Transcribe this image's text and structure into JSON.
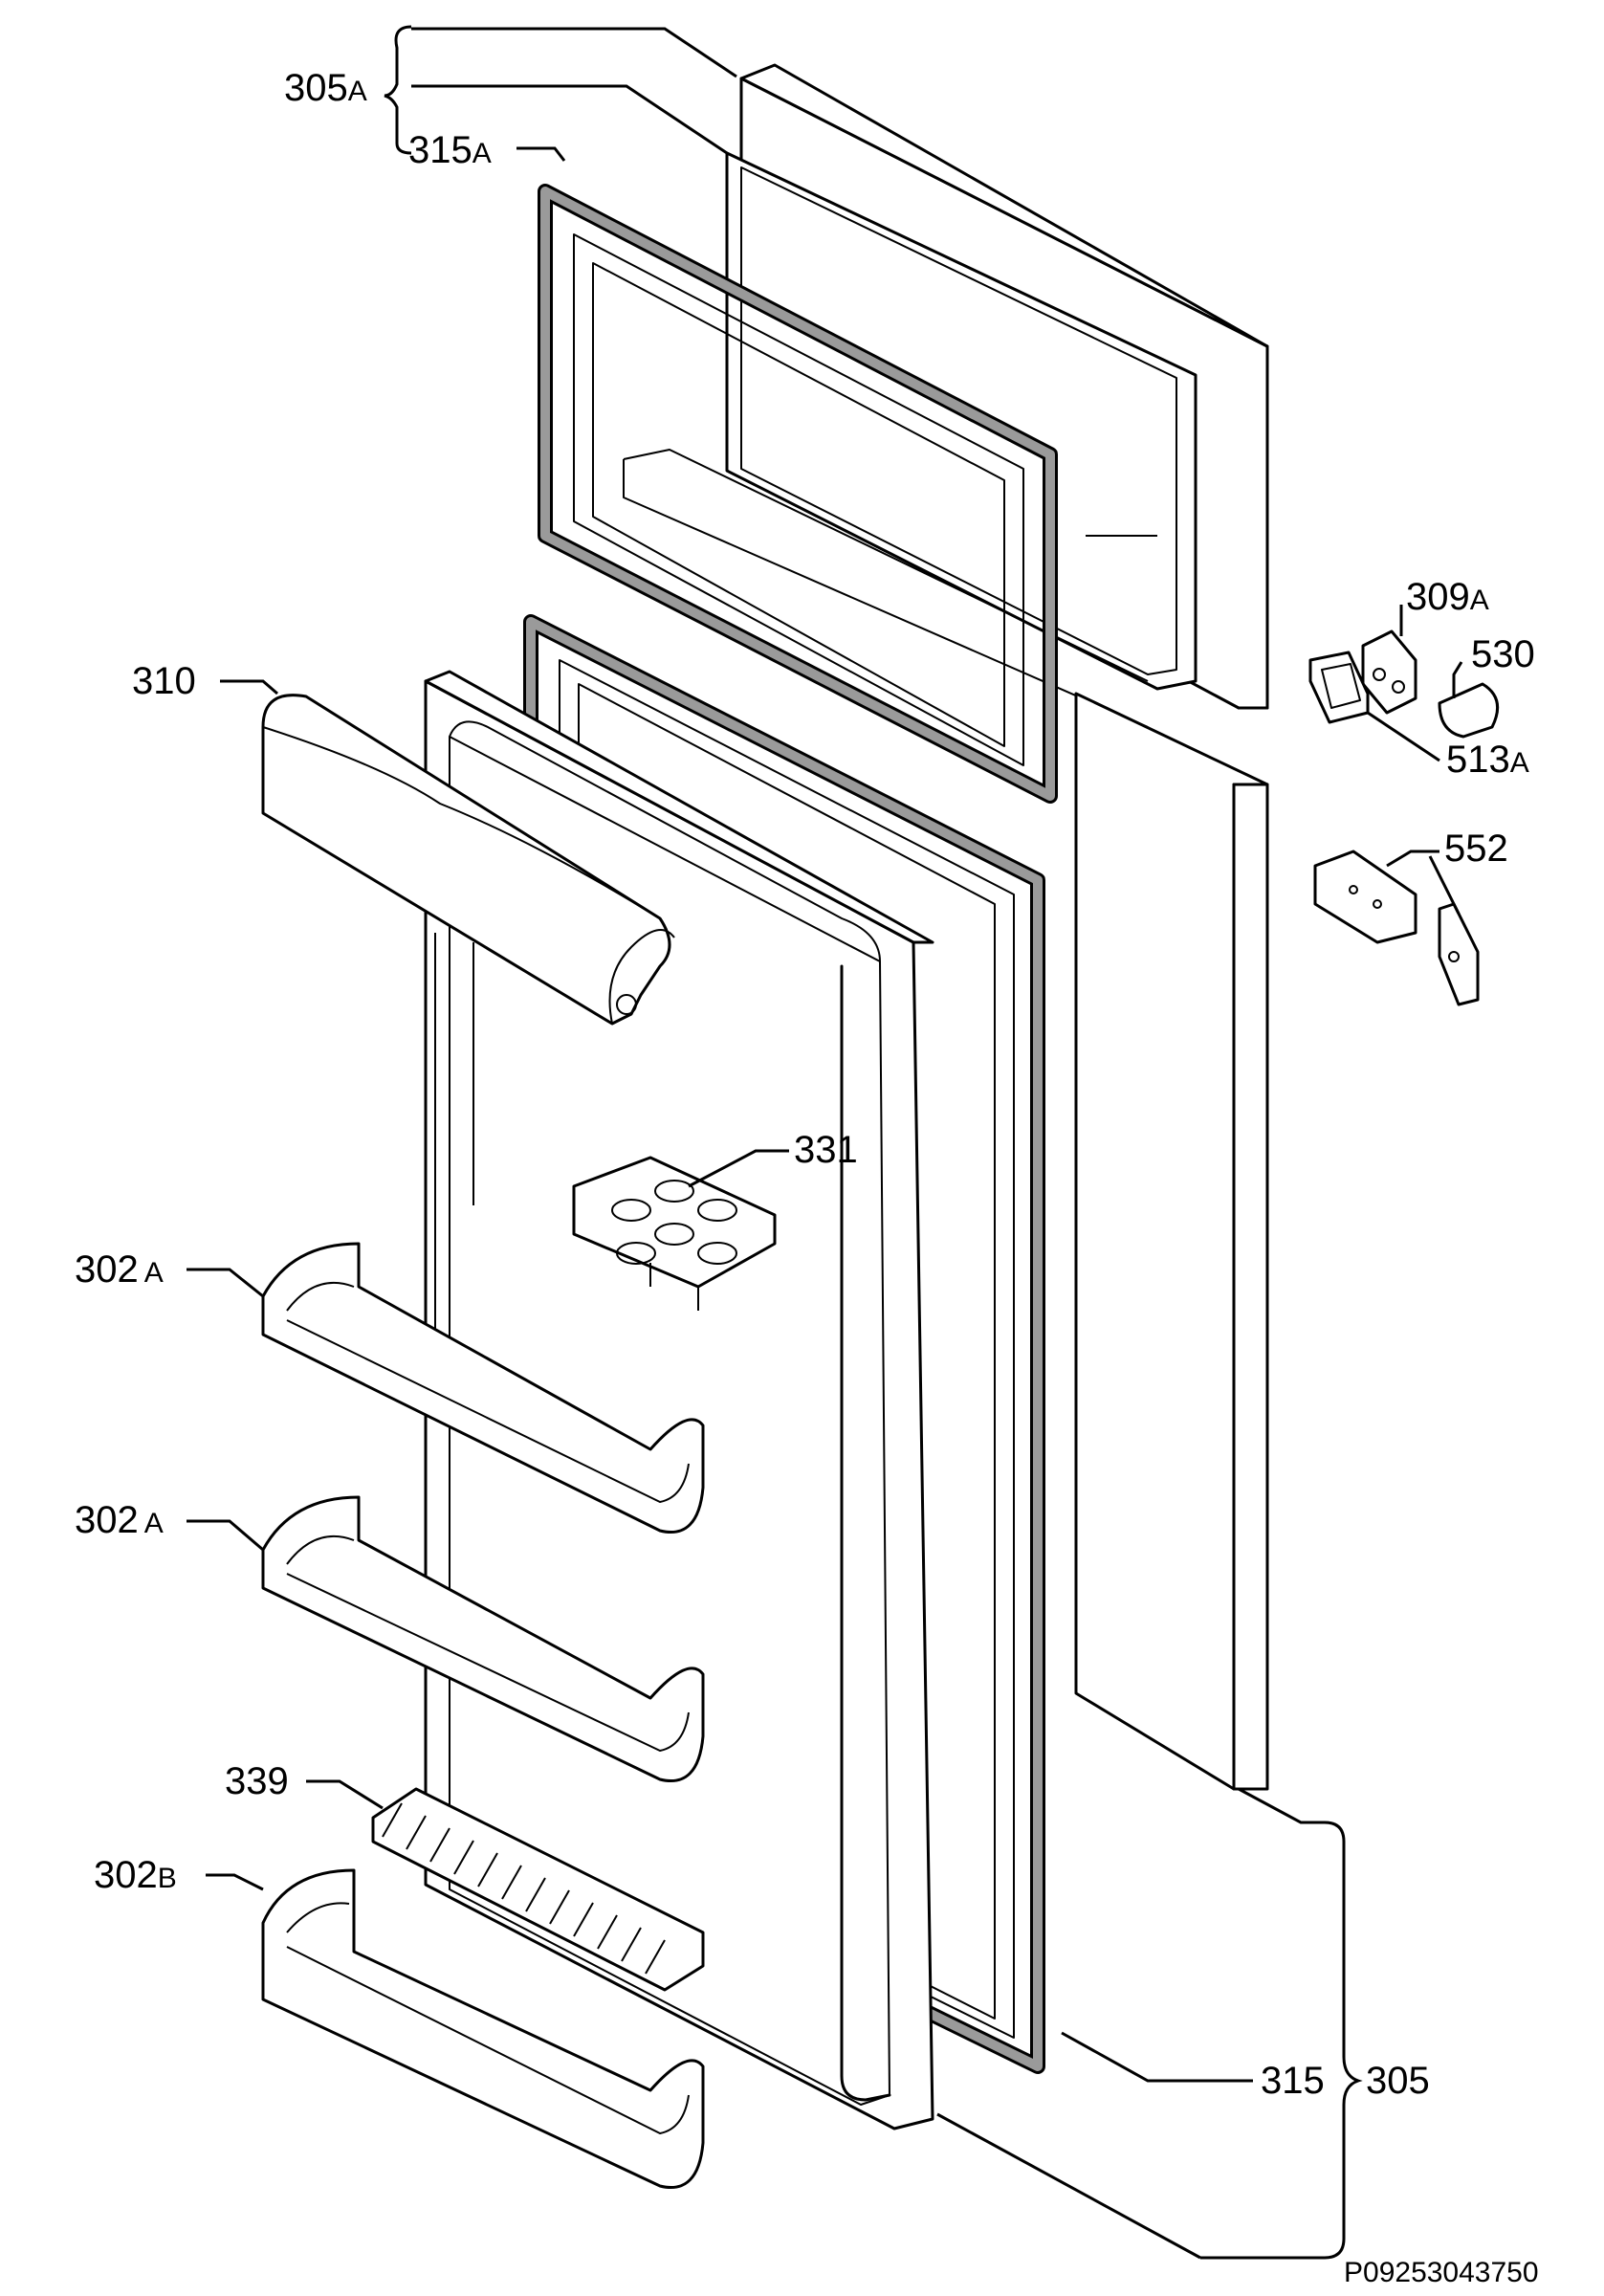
{
  "drawing_code": "P09253043750",
  "labels": {
    "l305a": {
      "num": "305",
      "sfx": "A"
    },
    "l315a": {
      "num": "315",
      "sfx": "A"
    },
    "l310": {
      "num": "310",
      "sfx": ""
    },
    "l309a": {
      "num": "309",
      "sfx": "A"
    },
    "l530": {
      "num": "530",
      "sfx": ""
    },
    "l513a": {
      "num": "513",
      "sfx": "A"
    },
    "l552": {
      "num": "552",
      "sfx": ""
    },
    "l331": {
      "num": "331",
      "sfx": ""
    },
    "l302a_1": {
      "num": "302",
      "sfx": "A"
    },
    "l302a_2": {
      "num": "302",
      "sfx": "A"
    },
    "l339": {
      "num": "339",
      "sfx": ""
    },
    "l302b": {
      "num": "302",
      "sfx": "B"
    },
    "l315": {
      "num": "315",
      "sfx": ""
    },
    "l305": {
      "num": "305",
      "sfx": ""
    }
  }
}
